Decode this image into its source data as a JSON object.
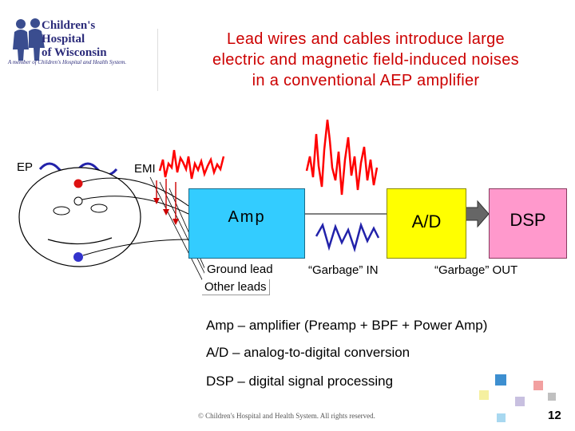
{
  "logo": {
    "name_line1": "Children's Hospital",
    "name_line2": "of Wisconsin",
    "tagline": "A member of Children's Hospital and Health System."
  },
  "title": {
    "line1": "Lead wires and cables introduce large",
    "line2": "electric and magnetic field-induced noises",
    "line3": "in a conventional AEP amplifier"
  },
  "diagram": {
    "ep_label": "EP",
    "emi_label": "EMI",
    "amp_label": "Amp",
    "ad_label": "A/D",
    "dsp_label": "DSP",
    "ground_lead": "Ground lead",
    "other_leads": "Other leads",
    "garbage_in": "“Garbage” IN",
    "garbage_out": "“Garbage” OUT"
  },
  "legend": {
    "amp": "Amp – amplifier (Preamp + BPF + Power Amp)",
    "ad": "A/D – analog-to-digital conversion",
    "dsp": "DSP – digital signal processing"
  },
  "footer": {
    "copyright": "© Children's Hospital and Health System. All rights reserved.",
    "page_number": "12"
  },
  "colors": {
    "title": "#cc0000",
    "amp": "#33ccff",
    "ad": "#ffff00",
    "dsp": "#ff99cc",
    "emi_wave": "#ff0000",
    "ep_wave": "#2222aa",
    "electrode_red": "#dd1111",
    "electrode_blue": "#3333cc"
  }
}
